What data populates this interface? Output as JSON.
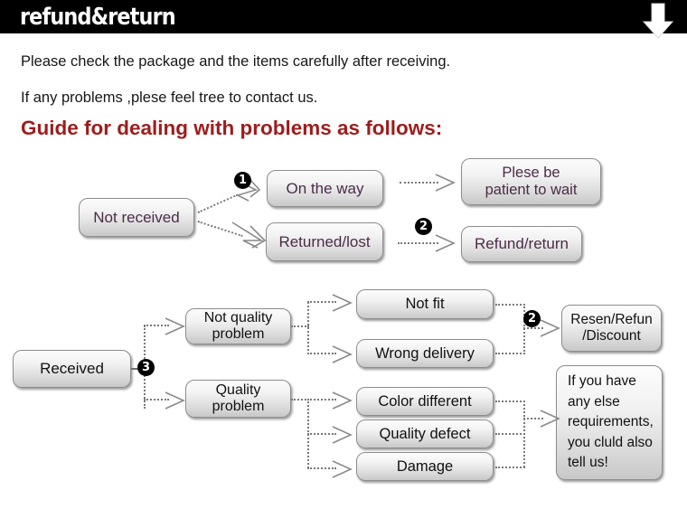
{
  "header": {
    "title": "refund&return",
    "arrow_icon": "arrow-down-icon"
  },
  "intro": {
    "line1": "Please check the package and the items carefully after receiving.",
    "line2": "If any problems ,plese feel tree to contact us."
  },
  "guide": {
    "heading": "Guide for dealing with problems as follows:"
  },
  "colors": {
    "header_bg": "#000000",
    "header_text": "#ffffff",
    "body_text": "#171717",
    "heading_red": "#9e1c1c",
    "node_text_purple": "#4b2c48",
    "node_text_dark": "#111111",
    "node_border": "#8d8d8d",
    "connector": "#7a7a7a",
    "badge_bg": "#000000"
  },
  "flow_not_received": {
    "source": "Not received",
    "branch_on_the_way": "On the way",
    "branch_returned_lost": "Returned/lost",
    "result_wait": "Plese be\npatient to wait",
    "result_wait_line1": "Plese be",
    "result_wait_line2": "patient to wait",
    "result_refund": "Refund/return",
    "badge_1": "❶",
    "badge_2": "❷"
  },
  "flow_received": {
    "source": "Received",
    "badge_3": "❸",
    "badge_2": "❷",
    "branch_not_quality_line1": "Not quality",
    "branch_not_quality_line2": "problem",
    "branch_quality_line1": "Quality",
    "branch_quality_line2": "problem",
    "issues_not_quality": [
      "Not fit",
      "Wrong delivery"
    ],
    "issues_quality": [
      "Color different",
      "Quality defect",
      "Damage"
    ],
    "result_resend_line1": "Resen/Refun",
    "result_resend_line2": "/Discount",
    "result_note_lines": [
      "If you have",
      "any else",
      "requirements,",
      "you cluld also",
      "tell us!"
    ]
  }
}
